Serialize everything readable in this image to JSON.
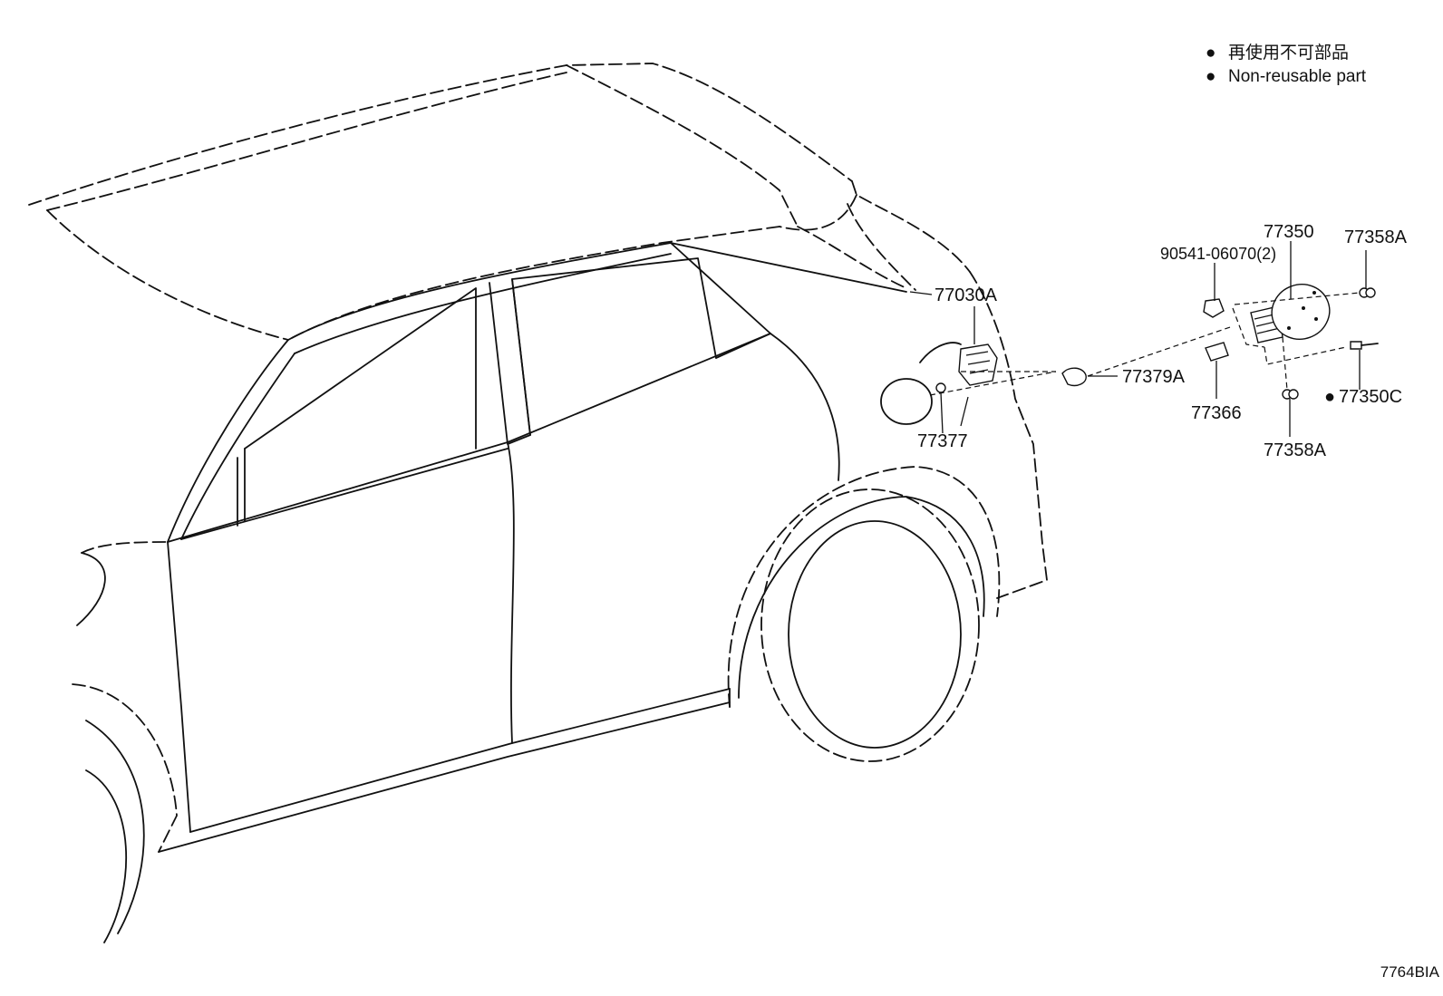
{
  "legend": {
    "items": [
      {
        "marker": "●",
        "text": "再使用不可部品"
      },
      {
        "marker": "●",
        "text": "Non-reusable part"
      }
    ]
  },
  "parts": {
    "p77030A": "77030A",
    "p77350": "77350",
    "p77358A_top": "77358A",
    "p90541": "90541-06070(2)",
    "p77379A": "77379A",
    "p77366": "77366",
    "p77377": "77377",
    "p77350C": "77350C",
    "p77350C_marker": "●",
    "p77358A_bottom": "77358A"
  },
  "figure_code": "7764BIA",
  "colors": {
    "ink": "#111111",
    "background": "#ffffff"
  }
}
